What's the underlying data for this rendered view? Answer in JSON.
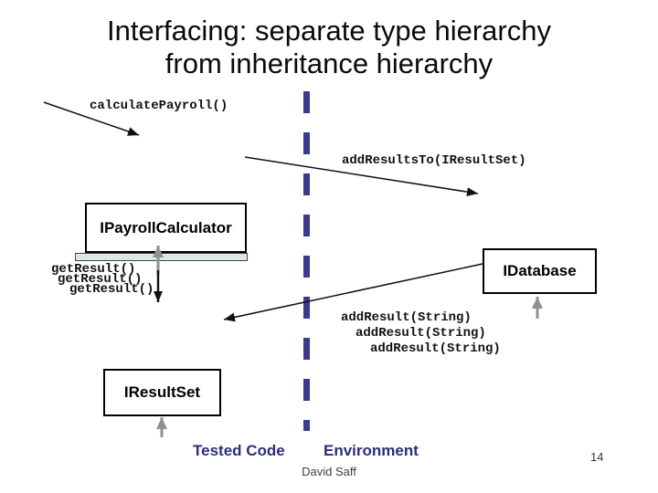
{
  "slide": {
    "title": {
      "line1": "Interfacing: separate type hierarchy",
      "line2": "from inheritance hierarchy"
    },
    "footer": {
      "author": "David Saff",
      "page_number": "14"
    }
  },
  "interfaces": {
    "payroll_calculator": {
      "label": "IPayrollCalculator"
    },
    "database": {
      "label": "IDatabase"
    },
    "result_set": {
      "label": "IResultSet"
    }
  },
  "calls": {
    "calculate_payroll": "calculatePayroll()",
    "add_results_to": "addResultsTo(IResultSet)",
    "get_result": [
      "getResult()",
      "getResult()",
      "getResult()"
    ],
    "add_result": [
      "addResult(String)",
      "addResult(String)",
      "addResult(String)"
    ]
  },
  "regions": {
    "tested_code": "Tested Code",
    "environment": "Environment"
  },
  "colors": {
    "divider": "#3B3B8E",
    "region_label": "#2D2D7B",
    "band_fill": "#D9E9E9",
    "arrow_black": "#111111",
    "arrow_gray": "#909090"
  }
}
